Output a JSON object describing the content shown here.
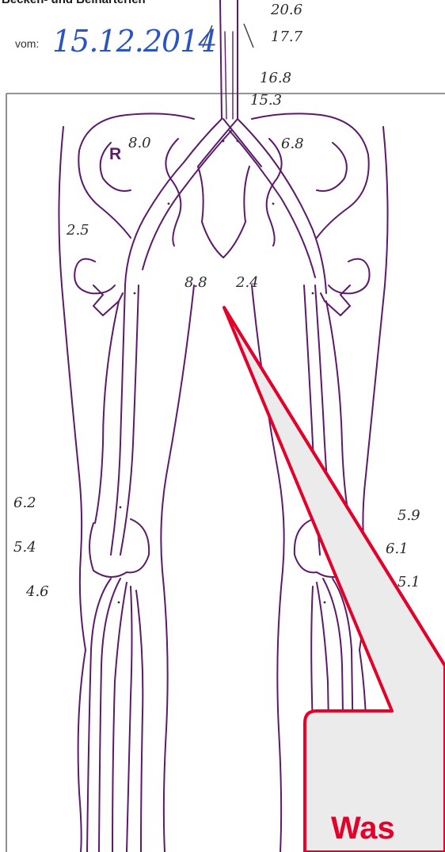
{
  "form": {
    "title": "Becken- und Beinarterien",
    "date_label": "vom:",
    "date_value": "15.12.2014"
  },
  "measurements": {
    "top_1": "20.6",
    "top_2": "17.7",
    "top_3": "16.8",
    "top_4": "15.3",
    "right_iliac": "8.0",
    "left_iliac": "6.8",
    "right_hip": "2.5",
    "center_1": "8.8",
    "center_2": "2.4",
    "right_knee_1": "6.2",
    "right_knee_2": "5.4",
    "right_knee_3": "4.6",
    "left_knee_1": "5.9",
    "left_knee_2": "6.1",
    "left_knee_3": "5.1"
  },
  "side_marker": "R",
  "callout": {
    "text": "Was",
    "border_color": "#e3002b",
    "fill_color": "#ebebeb"
  },
  "colors": {
    "vessel": "#5b1a6a",
    "handwriting": "#2b2b2b",
    "date_ink": "#2a54c4"
  }
}
